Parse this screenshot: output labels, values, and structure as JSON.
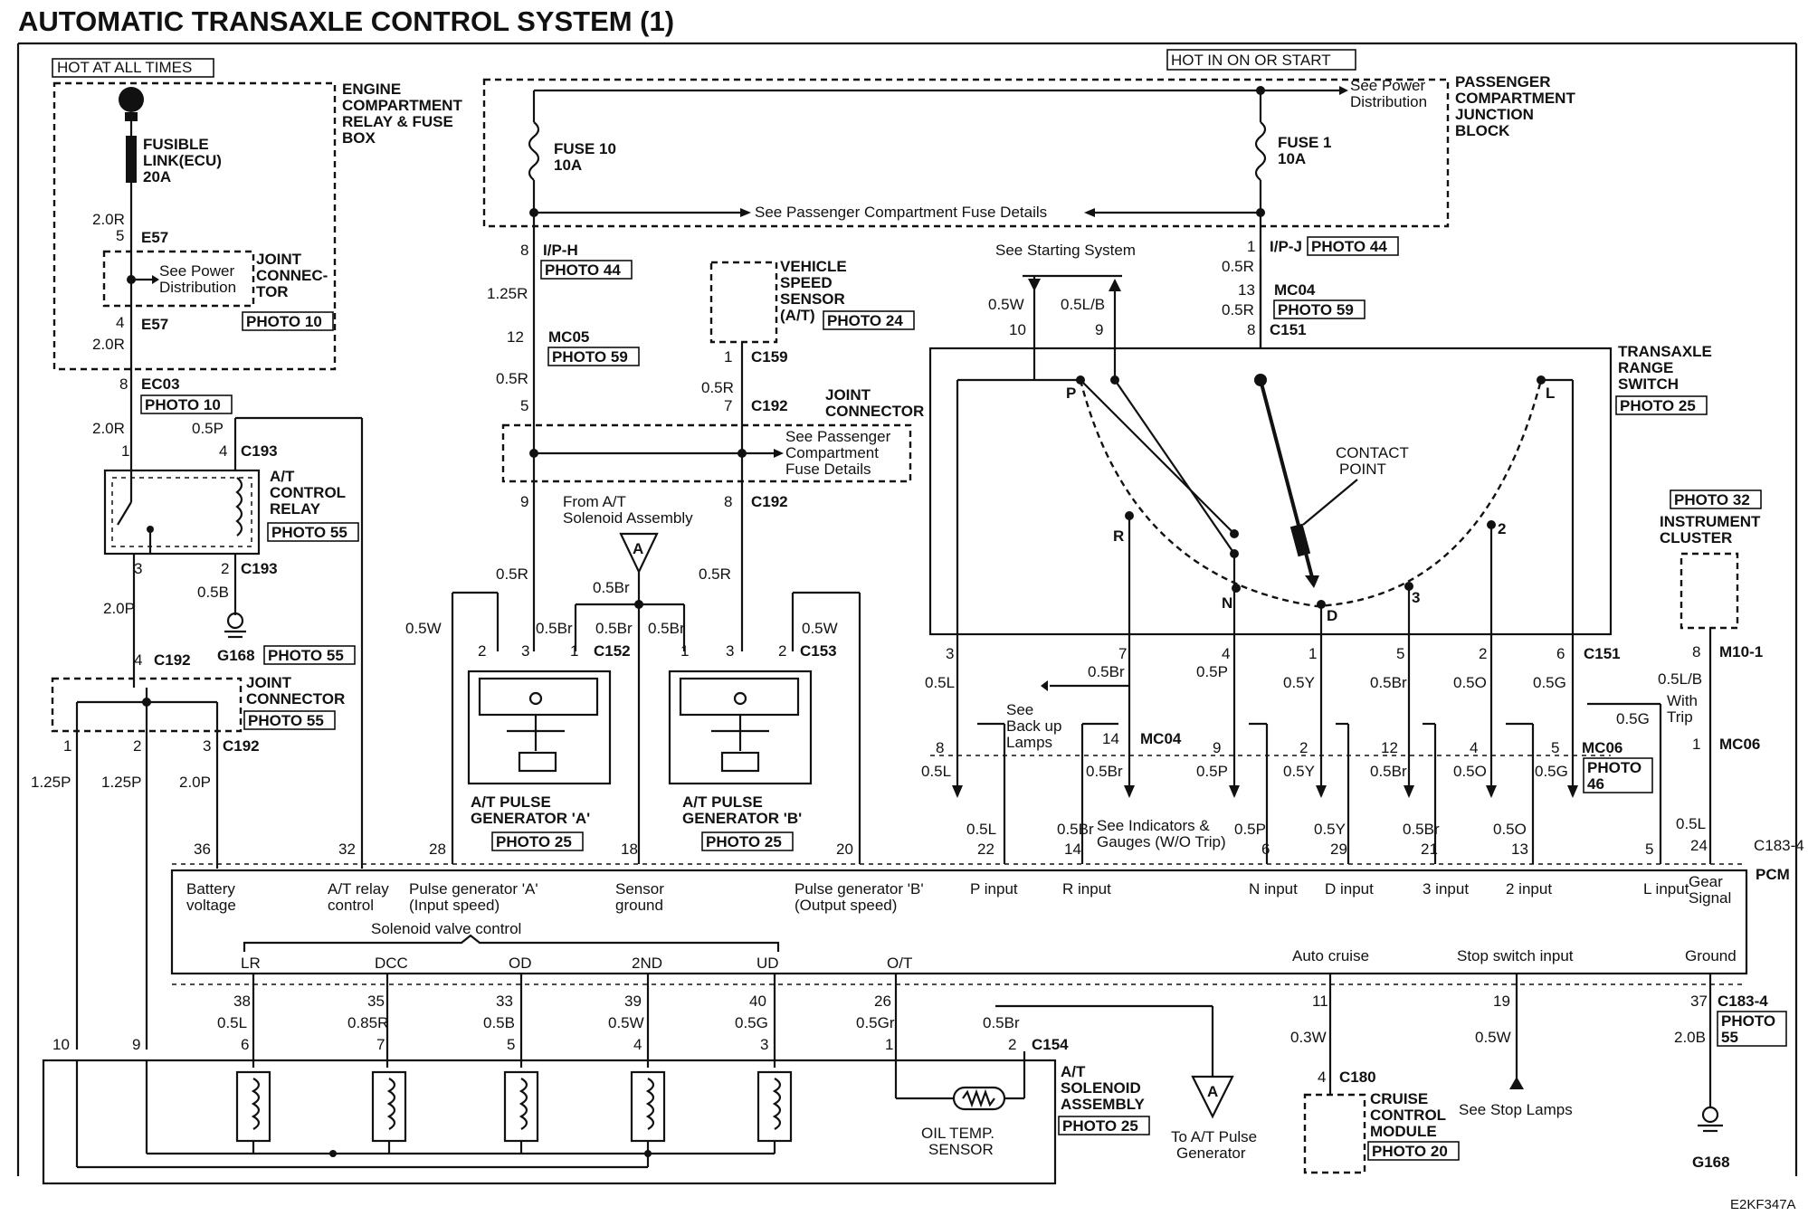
{
  "title": "AUTOMATIC TRANSAXLE CONTROL SYSTEM (1)",
  "code": "E2KF347A",
  "hot_at_all_times": "HOT AT ALL TIMES",
  "hot_in_on_or_start": "HOT IN ON OR START",
  "engine_box": [
    "ENGINE",
    "COMPARTMENT",
    "RELAY & FUSE",
    "BOX"
  ],
  "fusible_link": [
    "FUSIBLE",
    "LINK(ECU)",
    "20A"
  ],
  "pass_box": [
    "PASSENGER",
    "COMPARTMENT",
    "JUNCTION",
    "BLOCK"
  ],
  "fuse10": [
    "FUSE 10",
    "10A"
  ],
  "fuse1": [
    "FUSE 1",
    "10A"
  ],
  "see_power_dist": [
    "See Power",
    "Distribution"
  ],
  "see_pass_fuse": "See Passenger Compartment Fuse Details",
  "see_pass_fuse_3": [
    "See Passenger",
    "Compartment",
    "Fuse Details"
  ],
  "see_power_dist_2": [
    "See Power",
    "Distribution"
  ],
  "joint_connector_a": [
    "JOINT",
    "CONNEC-",
    "TOR"
  ],
  "joint_connector_b": [
    "JOINT",
    "CONNECTOR"
  ],
  "joint_connector_c": [
    "JOINT",
    "CONNECTOR"
  ],
  "vss": [
    "VEHICLE",
    "SPEED",
    "SENSOR",
    "(A/T)"
  ],
  "see_starting": "See Starting System",
  "trs": [
    "TRANSAXLE",
    "RANGE",
    "SWITCH"
  ],
  "contact_point": [
    "CONTACT",
    "POINT"
  ],
  "instrument_cluster": [
    "INSTRUMENT",
    "CLUSTER"
  ],
  "with_trip": [
    "With",
    "Trip"
  ],
  "at_relay": [
    "A/T",
    "CONTROL",
    "RELAY"
  ],
  "from_at": [
    "From A/T",
    "Solenoid Assembly"
  ],
  "pg_a": [
    "A/T PULSE",
    "GENERATOR 'A'"
  ],
  "pg_b": [
    "A/T PULSE",
    "GENERATOR 'B'"
  ],
  "backup": [
    "See",
    "Back up",
    "Lamps"
  ],
  "indicators": [
    "See Indicators &",
    "Gauges (W/O Trip)"
  ],
  "pcm": "PCM",
  "pcm_top_labels": {
    "battery": [
      "Battery",
      "voltage"
    ],
    "relay_ctrl": [
      "A/T relay",
      "control"
    ],
    "pg_a_in": [
      "Pulse generator 'A'",
      "(Input speed)"
    ],
    "sensor_gnd": [
      "Sensor",
      "ground"
    ],
    "pg_b_out": [
      "Pulse generator 'B'",
      "(Output speed)"
    ],
    "p_input": "P input",
    "r_input": "R input",
    "n_input": "N input",
    "d_input": "D input",
    "in3": "3 input",
    "in2": "2 input",
    "l_input": "L input",
    "gear": [
      "Gear",
      "Signal"
    ]
  },
  "pcm_bottom_labels": {
    "solenoid_ctrl": "Solenoid valve control",
    "lr": "LR",
    "dcc": "DCC",
    "od": "OD",
    "second": "2ND",
    "ud": "UD",
    "ot": "O/T",
    "auto_cruise": "Auto cruise",
    "stop_switch": "Stop switch input",
    "ground": "Ground"
  },
  "solenoid": [
    "A/T",
    "SOLENOID",
    "ASSEMBLY"
  ],
  "oil_temp": [
    "OIL TEMP.",
    "SENSOR"
  ],
  "to_pg": [
    "To A/T Pulse",
    "Generator"
  ],
  "cruise": [
    "CRUISE",
    "CONTROL",
    "MODULE"
  ],
  "stop_lamps": "See Stop Lamps",
  "photos": {
    "p10a": "PHOTO 10",
    "p10b": "PHOTO 10",
    "p44a": "PHOTO 44",
    "p44b": "PHOTO 44",
    "p59a": "PHOTO 59",
    "p59b": "PHOTO 59",
    "p24": "PHOTO 24",
    "p25trs": "PHOTO 25",
    "p55relay": "PHOTO 55",
    "p55g": "PHOTO 55",
    "p55j": "PHOTO 55",
    "p32": "PHOTO 32",
    "p25a": "PHOTO 25",
    "p25b": "PHOTO 25",
    "p46": "PHOTO\n46",
    "p25sol": "PHOTO 25",
    "p20": "PHOTO 20",
    "p55gnd": "PHOTO\n55"
  },
  "connectors": {
    "e57a": "E57",
    "e57b": "E57",
    "ec03": "EC03",
    "iph": "I/P-H",
    "ipj": "I/P-J",
    "mc05": "MC05",
    "mc04a": "MC04",
    "c151a": "C151",
    "c159": "C159",
    "c192a": "C192",
    "c192b": "C192",
    "c193a": "C193",
    "c193b": "C193",
    "c192c": "C192",
    "c192d": "C192",
    "g168a": "G168",
    "c152": "C152",
    "c153": "C153",
    "c151b": "C151",
    "mc04b": "MC04",
    "mc06a": "MC06",
    "m101": "M10-1",
    "mc06b": "MC06",
    "c1834a": "C183-4",
    "c1834b": "C183-4",
    "c154": "C154",
    "c180": "C180",
    "g168b": "G168",
    "a": "A"
  },
  "wires": {
    "w20r_a": "2.0R",
    "w20r_b": "2.0R",
    "w20r_c": "2.0R",
    "w05p": "0.5P",
    "w125r": "1.25R",
    "w05r_a": "0.5R",
    "w05r_b": "0.5R",
    "w05r_c": "0.5R",
    "w05r_d": "0.5R",
    "w05r_e": "0.5R",
    "w05w": "0.5W",
    "w05lb": "0.5L/B",
    "w20p_a": "2.0P",
    "w05b": "0.5B",
    "w125p_a": "1.25P",
    "w125p_b": "1.25P",
    "w20p_b": "2.0P",
    "w05w_b": "0.5W",
    "w05br_a": "0.5Br",
    "w05br_b": "0.5Br",
    "w05br_c": "0.5Br",
    "w05br_d": "0.5Br",
    "w05w_c": "0.5W",
    "w05l_a": "0.5L",
    "w05br_e": "0.5Br",
    "w05p_a": "0.5P",
    "w05y_a": "0.5Y",
    "w05br_f": "0.5Br",
    "w05o_a": "0.5O",
    "w05g_a": "0.5G",
    "w05g_b": "0.5G",
    "w05lb_b": "0.5L/B",
    "w05l_b": "0.5L",
    "w05br_g": "0.5Br",
    "w05p_b": "0.5P",
    "w05y_b": "0.5Y",
    "w05br_h": "0.5Br",
    "w05o_b": "0.5O",
    "w05g_c": "0.5G",
    "w05l_c": "0.5L",
    "w05l_d": "0.5L",
    "w05br_i": "0.5Br",
    "w05p_c": "0.5P",
    "w05y_c": "0.5Y",
    "w05br_j": "0.5Br",
    "w05o_c": "0.5O",
    "w05l_e": "0.5L",
    "w05l_f": "0.5L",
    "w085r": "0.85R",
    "w05b_b": "0.5B",
    "w05w_d": "0.5W",
    "w05g_d": "0.5G",
    "w05gr": "0.5Gr",
    "w05br_k": "0.5Br",
    "w03w": "0.3W",
    "w05w_e": "0.5W",
    "w20b": "2.0B"
  },
  "switch_letters": {
    "p": "P",
    "r": "R",
    "n": "N",
    "d": "D",
    "three": "3",
    "two": "2",
    "l": "L"
  }
}
